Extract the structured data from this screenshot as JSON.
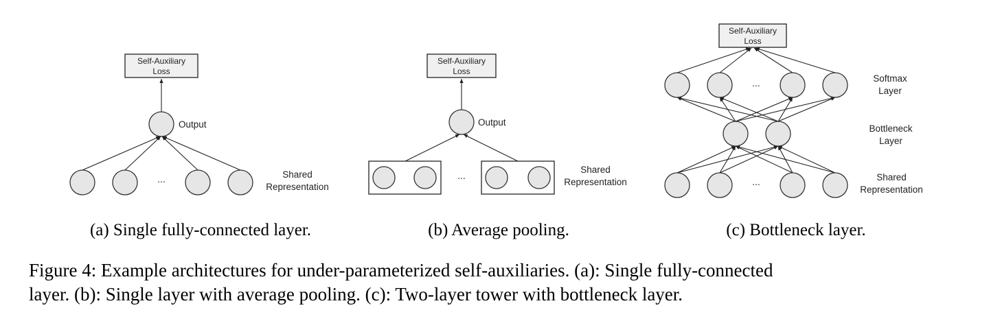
{
  "panel_a": {
    "loss_line1": "Self-Auxiliary",
    "loss_line2": "Loss",
    "output_label": "Output",
    "ellipsis": "...",
    "shared_line1": "Shared",
    "shared_line2": "Representation",
    "subcaption": "(a) Single fully-connected layer."
  },
  "panel_b": {
    "loss_line1": "Self-Auxiliary",
    "loss_line2": "Loss",
    "output_label": "Output",
    "ellipsis": "...",
    "shared_line1": "Shared",
    "shared_line2": "Representation",
    "subcaption": "(b) Average pooling."
  },
  "panel_c": {
    "loss_line1": "Self-Auxiliary",
    "loss_line2": "Loss",
    "softmax_line1": "Softmax",
    "softmax_line2": "Layer",
    "bottleneck_line1": "Bottleneck",
    "bottleneck_line2": "Layer",
    "shared_line1": "Shared",
    "shared_line2": "Representation",
    "ellipsis_top": "...",
    "ellipsis_bottom": "...",
    "subcaption": "(c) Bottleneck layer."
  },
  "figure_caption": {
    "line1": "Figure 4: Example architectures for under-parameterized self-auxiliaries. (a): Single fully-connected",
    "line2": "layer. (b): Single layer with average pooling. (c): Two-layer tower with bottleneck layer."
  }
}
